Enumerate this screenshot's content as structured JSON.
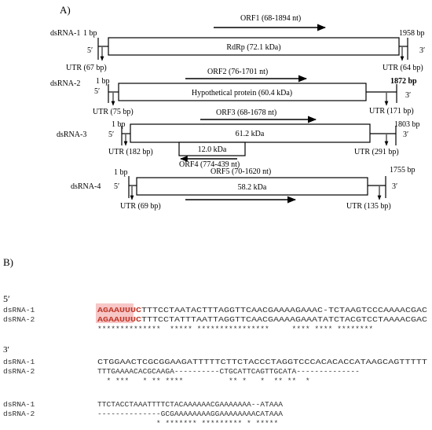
{
  "panel_a": {
    "label": "A)",
    "segments": [
      {
        "name": "dsRNA-1",
        "start": "1 bp",
        "end": "1958 bp",
        "five": "5′",
        "three": "3′",
        "utr5": "UTR (67 bp)",
        "utr3": "UTR (64 bp)",
        "orf": "ORF1 (68-1894 nt)",
        "protein": "RdRp (72.1 kDa)"
      },
      {
        "name": "dsRNA-2",
        "start": "1 bp",
        "end": "1872 bp",
        "five": "5′",
        "three": "3′",
        "utr5": "UTR (75 bp)",
        "utr3": "UTR (171 bp)",
        "orf": "ORF2 (76-1701 nt)",
        "protein": "Hypothetical protein (60.4 kDa)"
      },
      {
        "name": "dsRNA-3",
        "start": "1 bp",
        "end": "1803 bp",
        "five": "5′",
        "three": "3′",
        "utr5": "UTR (182 bp)",
        "utr3": "UTR (291 bp)",
        "orf": "ORF3 (68-1678 nt)",
        "protein": "61.2 kDa",
        "orf_extra": "ORF4 (774-439 nt)",
        "protein_extra": "12.0 kDa"
      },
      {
        "name": "dsRNA-4",
        "start": "1 bp",
        "end": "1755 bp",
        "five": "5′",
        "three": "3′",
        "utr5": "UTR (69 bp)",
        "utr3": "UTR (135 bp)",
        "orf": "ORF5 (70-1620 nt)",
        "protein": "58.2 kDa"
      }
    ]
  },
  "panel_b": {
    "label": "B)",
    "five_prime_end": "5′",
    "three_prime_end": "3′",
    "blocks": [
      {
        "rows": [
          {
            "name": "dsRNA-1",
            "highlight": "AGAAUUUC",
            "seq": "TTTCCTAATACTTTAGGTTCAACGAAAAGAAAC-TCTAAGTCCCAAAACGAC"
          },
          {
            "name": "dsRNA-2",
            "highlight": "AGAAUUUC",
            "seq": "TTTCCTATTTAATTAGGTTCAACGAAAAGAAATATCTACGTCCTAAAACGAC"
          }
        ],
        "consensus": "**************  ***** ****************     **** **** ********"
      },
      {
        "rows": [
          {
            "name": "dsRNA-1",
            "seq": "CTGGAACTCGCGGAAGATTTTTCTTCTACCCTAGGTCCCACACACCATAAGCAGTTTTT"
          },
          {
            "name": "dsRNA-2",
            "seq": "TTTGAAAACACGCAAGA----------CTGCATTCAGTTGCATA--------------"
          }
        ],
        "consensus": "  * ***   * ** ****          ** *   *  ** **  *"
      },
      {
        "rows": [
          {
            "name": "dsRNA-1",
            "seq": "TTCTACCTAAATTTTCTACAAAAAACGAAAAAAA--ATAAA"
          },
          {
            "name": "dsRNA-2",
            "seq": "--------------GCGAAAAAAAAGGAAAAAAAACATAAA"
          }
        ],
        "consensus": "             * ******* ********* * *****"
      }
    ]
  }
}
